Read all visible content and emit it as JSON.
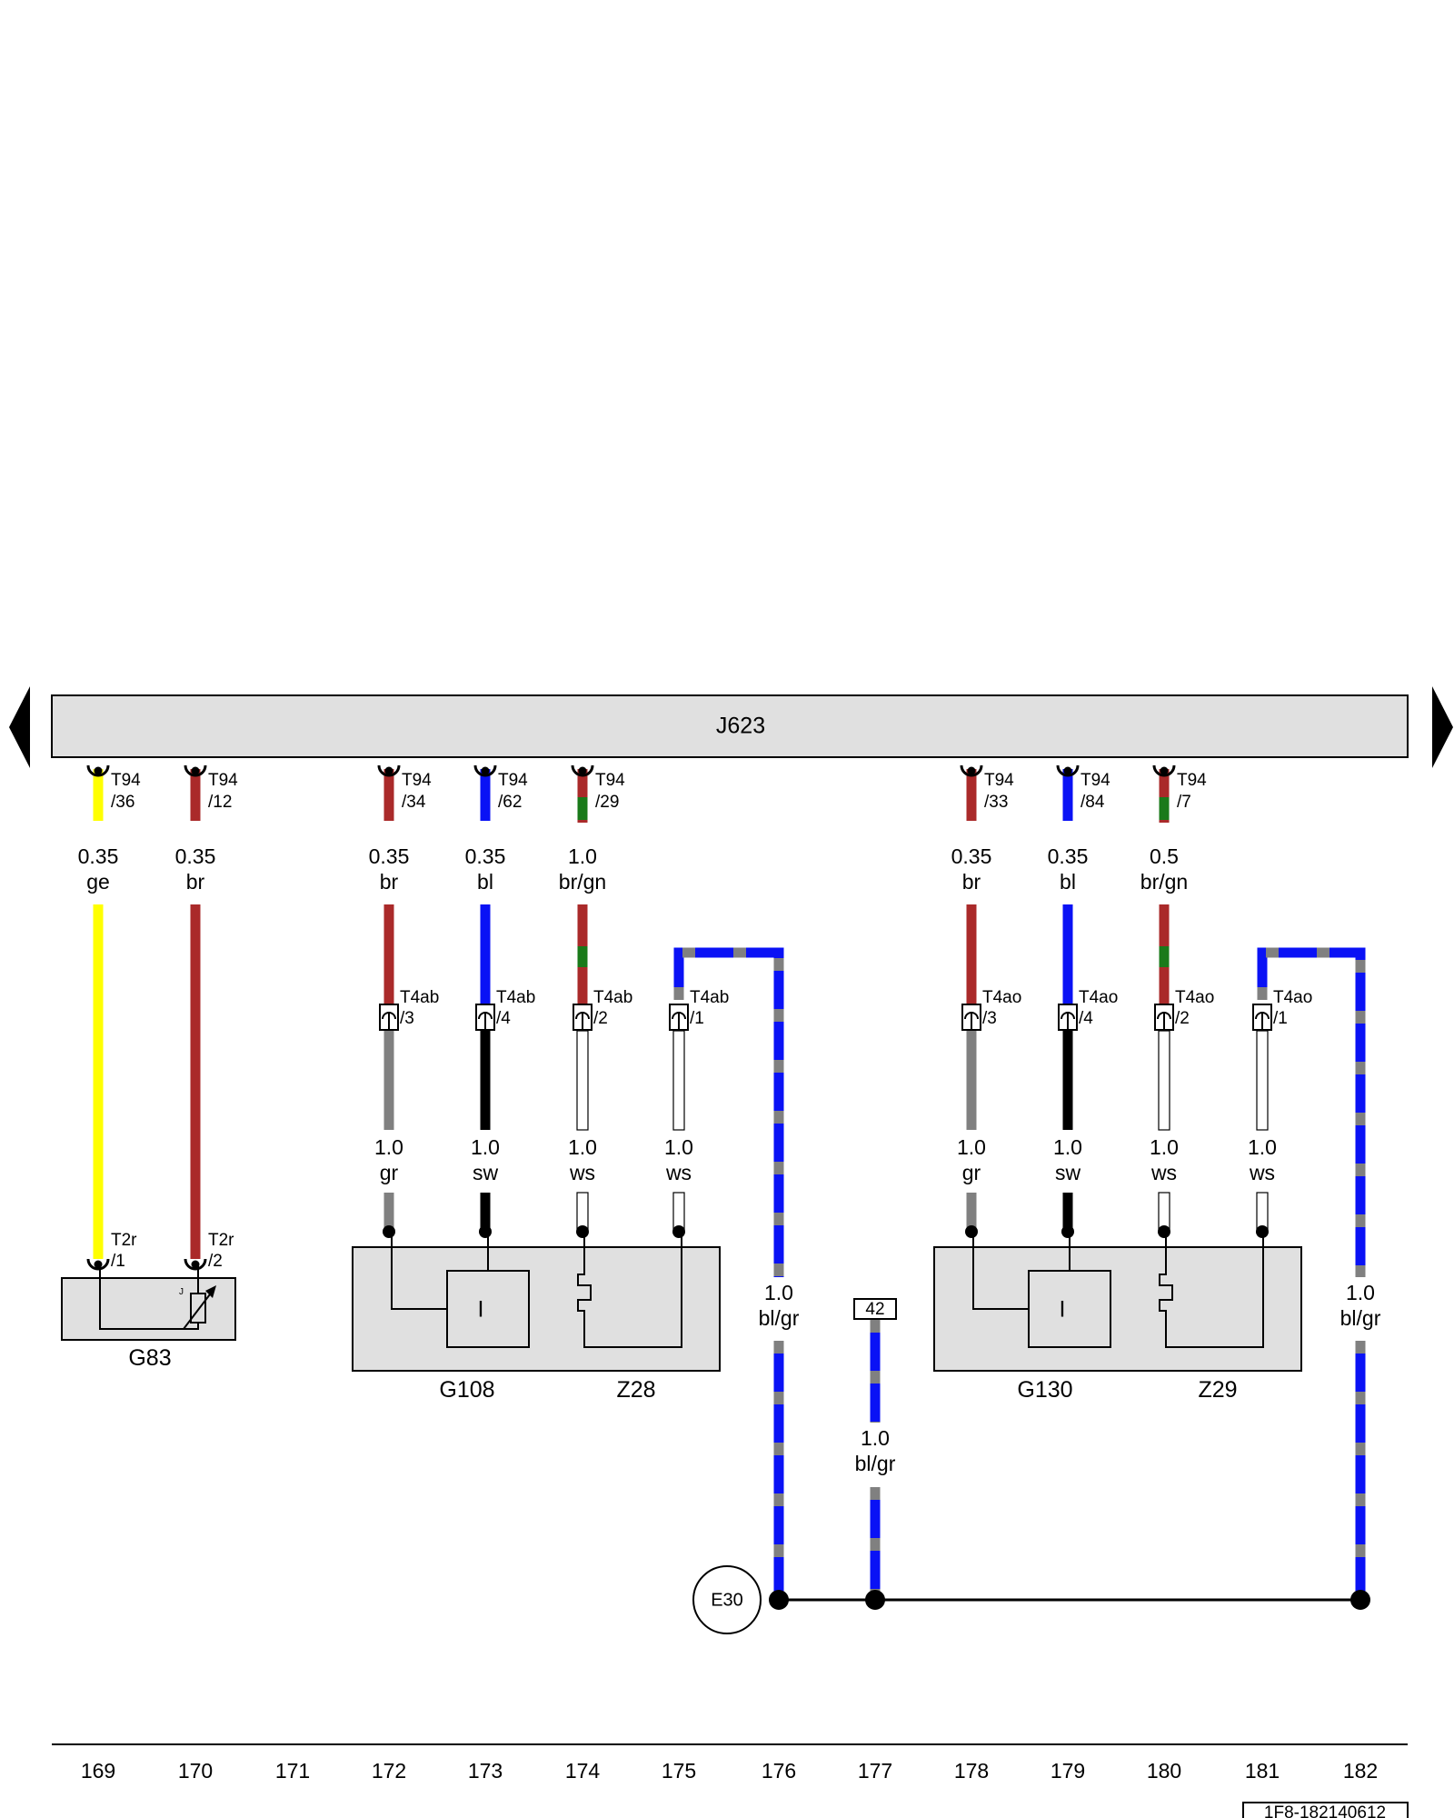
{
  "page": {
    "module_label": "J623",
    "code": "1F8-182140612"
  },
  "colors": {
    "ge": "#ffff00",
    "br": "#aa2a2a",
    "gn": "#1a7a1a",
    "bl": "#0a12f5",
    "gr": "#808080",
    "sw": "#000000",
    "ws": "#ffffff",
    "component_fill": "#e0e0e0"
  },
  "columns": [
    "169",
    "170",
    "171",
    "172",
    "173",
    "174",
    "175",
    "176",
    "177",
    "178",
    "179",
    "180",
    "181",
    "182"
  ],
  "top_pins": [
    {
      "pin": "T94",
      "num": "/36",
      "size": "0.35",
      "color": "ge"
    },
    {
      "pin": "T94",
      "num": "/12",
      "size": "0.35",
      "color": "br"
    },
    {
      "pin": "T94",
      "num": "/34",
      "size": "0.35",
      "color": "br"
    },
    {
      "pin": "T94",
      "num": "/62",
      "size": "0.35",
      "color": "bl"
    },
    {
      "pin": "T94",
      "num": "/29",
      "size": "1.0",
      "color": "br/gn"
    },
    {
      "pin": "T94",
      "num": "/33",
      "size": "0.35",
      "color": "br"
    },
    {
      "pin": "T94",
      "num": "/84",
      "size": "0.35",
      "color": "bl"
    },
    {
      "pin": "T94",
      "num": "/7",
      "size": "0.5",
      "color": "br/gn"
    }
  ],
  "mid_connectors": [
    {
      "pin": "T4ab",
      "num": "/3",
      "size": "1.0",
      "color": "gr"
    },
    {
      "pin": "T4ab",
      "num": "/4",
      "size": "1.0",
      "color": "sw"
    },
    {
      "pin": "T4ab",
      "num": "/2",
      "size": "1.0",
      "color": "ws"
    },
    {
      "pin": "T4ab",
      "num": "/1",
      "size": "1.0",
      "color": "ws"
    },
    {
      "pin": "T4ao",
      "num": "/3",
      "size": "1.0",
      "color": "gr"
    },
    {
      "pin": "T4ao",
      "num": "/4",
      "size": "1.0",
      "color": "sw"
    },
    {
      "pin": "T4ao",
      "num": "/2",
      "size": "1.0",
      "color": "ws"
    },
    {
      "pin": "T4ao",
      "num": "/1",
      "size": "1.0",
      "color": "ws"
    }
  ],
  "g83": {
    "label": "G83",
    "pin1": "T2r",
    "num1": "/1",
    "pin2": "T2r",
    "num2": "/2",
    "resistor_mark": "J"
  },
  "components": {
    "g108": "G108",
    "z28": "Z28",
    "g130": "G130",
    "z29": "Z29",
    "inner_mark": "I"
  },
  "ground_wires": [
    {
      "size": "1.0",
      "color": "bl/gr"
    },
    {
      "size": "1.0",
      "color": "bl/gr"
    },
    {
      "size": "1.0",
      "color": "bl/gr"
    }
  ],
  "ground": {
    "label": "E30",
    "ref_box": "42"
  }
}
